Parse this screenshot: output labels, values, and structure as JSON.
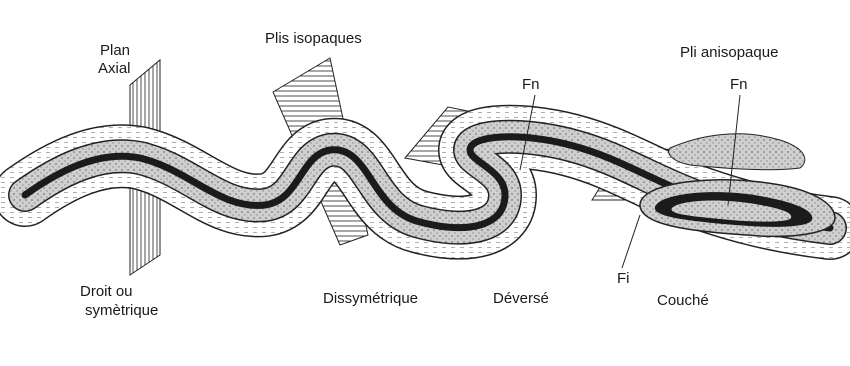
{
  "labels": {
    "plan_axial_1": "Plan",
    "plan_axial_2": "Axial",
    "plis_isopaques": "Plis isopaques",
    "pli_anisopaque": "Pli anisopaque",
    "fn_1": "Fn",
    "fn_2": "Fn",
    "fi": "Fi",
    "droit_1": "Droit ou",
    "droit_2": "symètrique",
    "dissymetrique": "Dissymétrique",
    "deverse": "Déversé",
    "couche": "Couché"
  }
}
